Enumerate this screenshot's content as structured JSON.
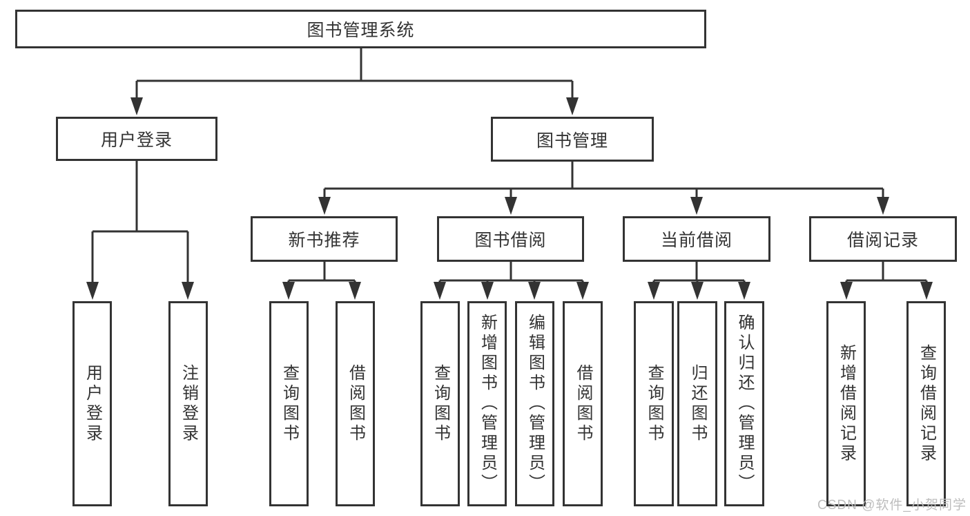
{
  "root": {
    "label": "图书管理系统"
  },
  "level2": [
    {
      "label": "用户登录"
    },
    {
      "label": "图书管理"
    }
  ],
  "level3": [
    {
      "label": "新书推荐",
      "parent": "图书管理"
    },
    {
      "label": "图书借阅",
      "parent": "图书管理"
    },
    {
      "label": "当前借阅",
      "parent": "图书管理"
    },
    {
      "label": "借阅记录",
      "parent": "图书管理"
    }
  ],
  "leaves": [
    {
      "label": "用户登录",
      "parent": "用户登录"
    },
    {
      "label": "注销登录",
      "parent": "用户登录"
    },
    {
      "label": "查询图书",
      "parent": "新书推荐"
    },
    {
      "label": "借阅图书",
      "parent": "新书推荐"
    },
    {
      "label": "查询图书",
      "parent": "图书借阅"
    },
    {
      "label": "新增图书（管理员）",
      "parent": "图书借阅"
    },
    {
      "label": "编辑图书（管理员）",
      "parent": "图书借阅"
    },
    {
      "label": "借阅图书",
      "parent": "图书借阅"
    },
    {
      "label": "查询图书",
      "parent": "当前借阅"
    },
    {
      "label": "归还图书",
      "parent": "当前借阅"
    },
    {
      "label": "确认归还（管理员）",
      "parent": "当前借阅"
    },
    {
      "label": "新增借阅记录",
      "parent": "借阅记录"
    },
    {
      "label": "查询借阅记录",
      "parent": "借阅记录"
    }
  ],
  "watermark": {
    "text": "CSDN @软件_小贺同学"
  },
  "colors": {
    "line": "#333333",
    "box_border": "#333333",
    "box_fill": "#ffffff",
    "text": "#333333",
    "watermark": "#bdbdbd"
  }
}
